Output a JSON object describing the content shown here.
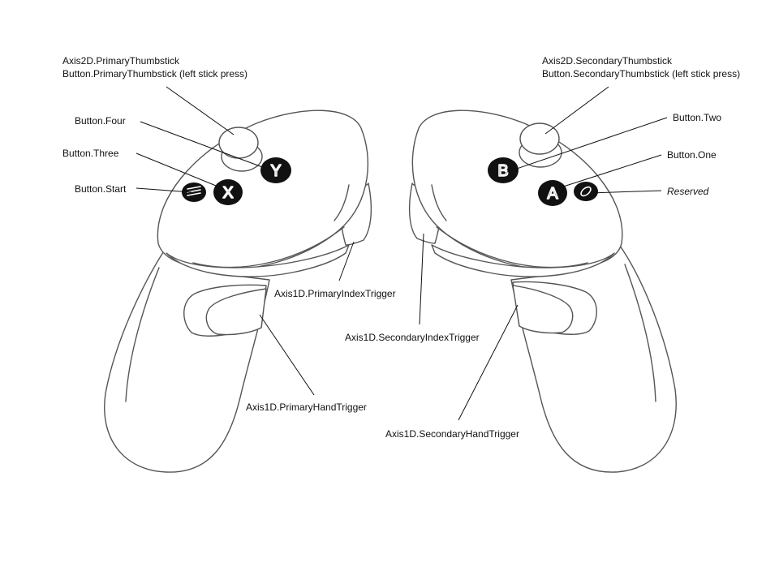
{
  "labels": {
    "primary_thumbstick_line1": "Axis2D.PrimaryThumbstick",
    "primary_thumbstick_line2": "Button.PrimaryThumbstick (left stick press)",
    "secondary_thumbstick_line1": "Axis2D.SecondaryThumbstick",
    "secondary_thumbstick_line2": "Button.SecondaryThumbstick (left stick press)",
    "button_four": "Button.Four",
    "button_three": "Button.Three",
    "button_start": "Button.Start",
    "button_two": "Button.Two",
    "button_one": "Button.One",
    "reserved": "Reserved",
    "primary_index_trigger": "Axis1D.PrimaryIndexTrigger",
    "secondary_index_trigger": "Axis1D.SecondaryIndexTrigger",
    "primary_hand_trigger": "Axis1D.PrimaryHandTrigger",
    "secondary_hand_trigger": "Axis1D.SecondaryHandTrigger"
  },
  "buttons": {
    "left": [
      "menu",
      "X",
      "Y"
    ],
    "right": [
      "B",
      "A",
      "oculus"
    ]
  },
  "colors": {
    "outline": "#555555",
    "button_fill": "#111111",
    "leader_line": "#111111",
    "background": "#ffffff"
  },
  "icons": {
    "menu": "hamburger-menu-icon",
    "reserved": "oculus-logo-icon"
  }
}
